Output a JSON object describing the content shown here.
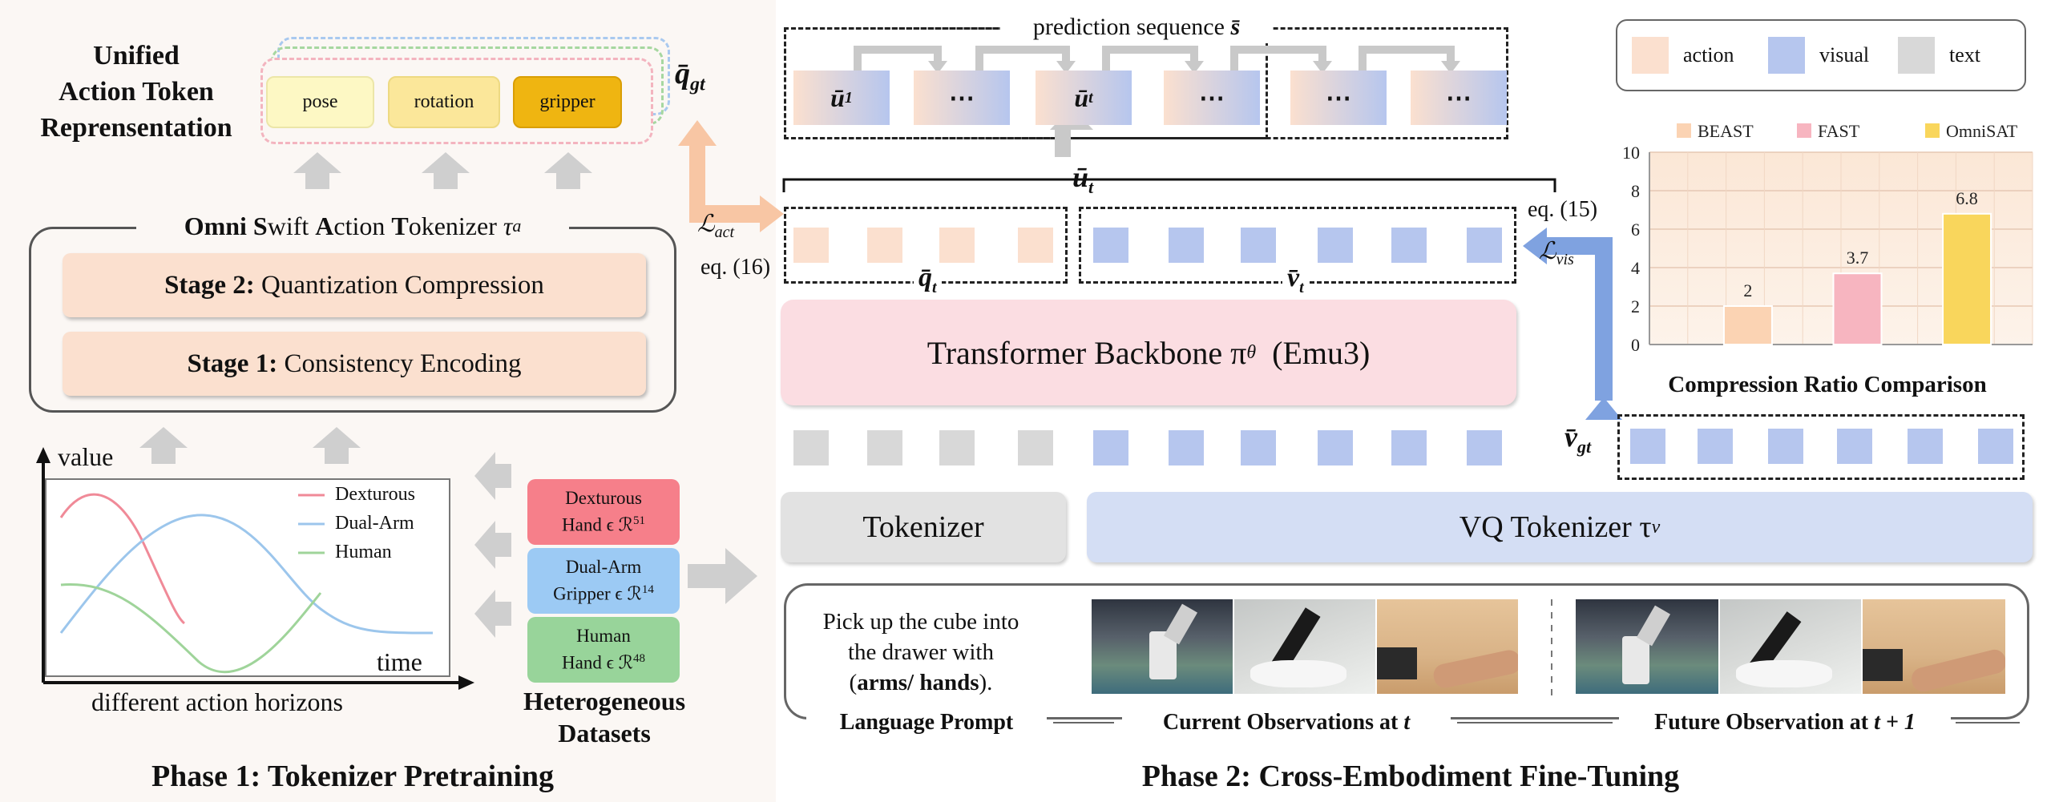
{
  "phase1": {
    "title": "Phase 1: Tokenizer Pretraining",
    "unified_title_lines": [
      "Unified",
      "Action Token",
      "Reprensentation"
    ],
    "token_chips": [
      "pose",
      "rotation",
      "gripper"
    ],
    "q_gt": "q̄",
    "q_gt_sub": "gt",
    "tokenizer_title_parts": [
      "Omni",
      " ",
      "S",
      "wift ",
      "A",
      "ction ",
      "T",
      "okenizer "
    ],
    "tokenizer_title_sym": "τ",
    "tokenizer_title_sub": "a",
    "stage2_bold": "Stage 2:",
    "stage2_text": " Quantization Compression",
    "stage1_bold": "Stage 1:",
    "stage1_text": " Consistency Encoding",
    "plot": {
      "ylabel": "value",
      "xlabel": "time",
      "caption": "different action horizons",
      "legend": [
        "Dexturous",
        "Dual-Arm",
        "Human"
      ],
      "colors": [
        "#f08a98",
        "#9cc6ec",
        "#9fd49a"
      ]
    },
    "datasets": [
      {
        "line1": "Dexturous",
        "line2": "Hand ϵ ℛ",
        "sup": "51",
        "color": "#f67f8a"
      },
      {
        "line1": "Dual-Arm",
        "line2": "Gripper ϵ ℛ",
        "sup": "14",
        "color": "#9ccaf4"
      },
      {
        "line1": "Human",
        "line2": "Hand ϵ ℛ",
        "sup": "48",
        "color": "#98d49a"
      }
    ],
    "datasets_title_lines": [
      "Heterogeneous",
      "Datasets"
    ]
  },
  "phase2": {
    "title": "Phase 2: Cross-Embodiment Fine-Tuning",
    "prediction_label": "prediction sequence ",
    "s_bar": "s̄",
    "seq_tokens": [
      "ū",
      "⋯",
      "ū",
      "⋯",
      "⋯",
      "⋯"
    ],
    "seq_subs": [
      "1",
      "",
      "t",
      "",
      "",
      ""
    ],
    "u_t": "ū",
    "u_t_sub": "t",
    "q_t": "q̄",
    "q_t_sub": "t",
    "v_t": "v̄",
    "v_t_sub": "t",
    "v_gt": "v̄",
    "v_gt_sub": "gt",
    "L_act": "ℒ",
    "L_act_sub": "act",
    "L_vis": "ℒ",
    "L_vis_sub": "vis",
    "eq16": "eq. (16)",
    "eq15": "eq. (15)",
    "backbone_label": "Transformer Backbone π",
    "backbone_sub": "θ",
    "backbone_suffix": "  (Emu3)",
    "tokenizer_label": "Tokenizer",
    "vq_label": "VQ Tokenizer τ",
    "vq_sub": "v",
    "prompt_lines": [
      "Pick up the cube into",
      "the drawer with"
    ],
    "prompt_bold": "arms/ hands",
    "prompt_open": "(",
    "prompt_close": ").",
    "bottom_labels": [
      "Language Prompt",
      "Current Observations at ",
      "Future Observation at "
    ],
    "bottom_label_vars": [
      "",
      "t",
      "t + 1"
    ]
  },
  "legend": {
    "items": [
      "action",
      "visual",
      "text"
    ],
    "colors": [
      "#fbe0cf",
      "#b6c6ee",
      "#d8d8d8"
    ]
  },
  "chart_data": {
    "type": "bar",
    "title": "Compression Ratio Comparison",
    "categories": [
      "BEAST",
      "FAST",
      "OmniSAT"
    ],
    "values": [
      2,
      3.7,
      6.8
    ],
    "value_labels": [
      "2",
      "3.7",
      "6.8"
    ],
    "colors": [
      "#fbd3b3",
      "#f7b5c0",
      "#f9d65c"
    ],
    "ylim": [
      0,
      10
    ],
    "yticks": [
      0,
      2,
      4,
      6,
      8,
      10
    ],
    "legend_placement": "top",
    "grid": true
  }
}
